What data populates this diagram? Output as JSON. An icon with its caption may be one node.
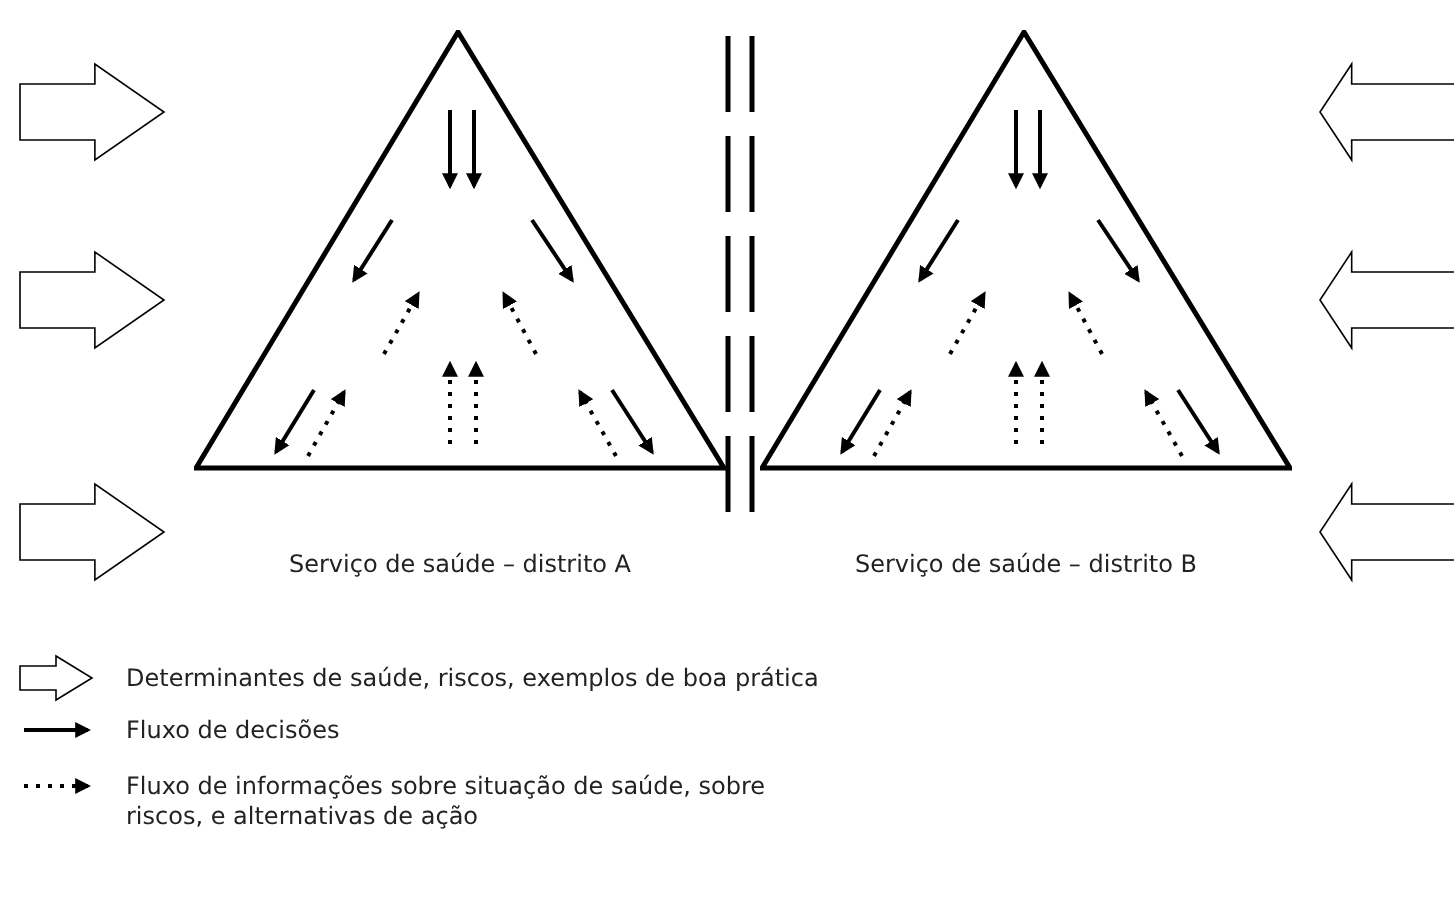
{
  "diagram": {
    "nodes": [
      {
        "text": [
          "Serviço de saúde – distrito A"
        ]
      },
      {
        "text": [
          "Serviço de saúde – distrito B"
        ]
      }
    ],
    "legend": [
      {
        "text": "Determinantes de saúde, riscos, exemplos de boa prática"
      },
      {
        "text": "Fluxo de decisões"
      },
      {
        "text": "Fluxo de informações sobre situação de saúde, sobre riscos, e alternativas de ação"
      }
    ]
  }
}
